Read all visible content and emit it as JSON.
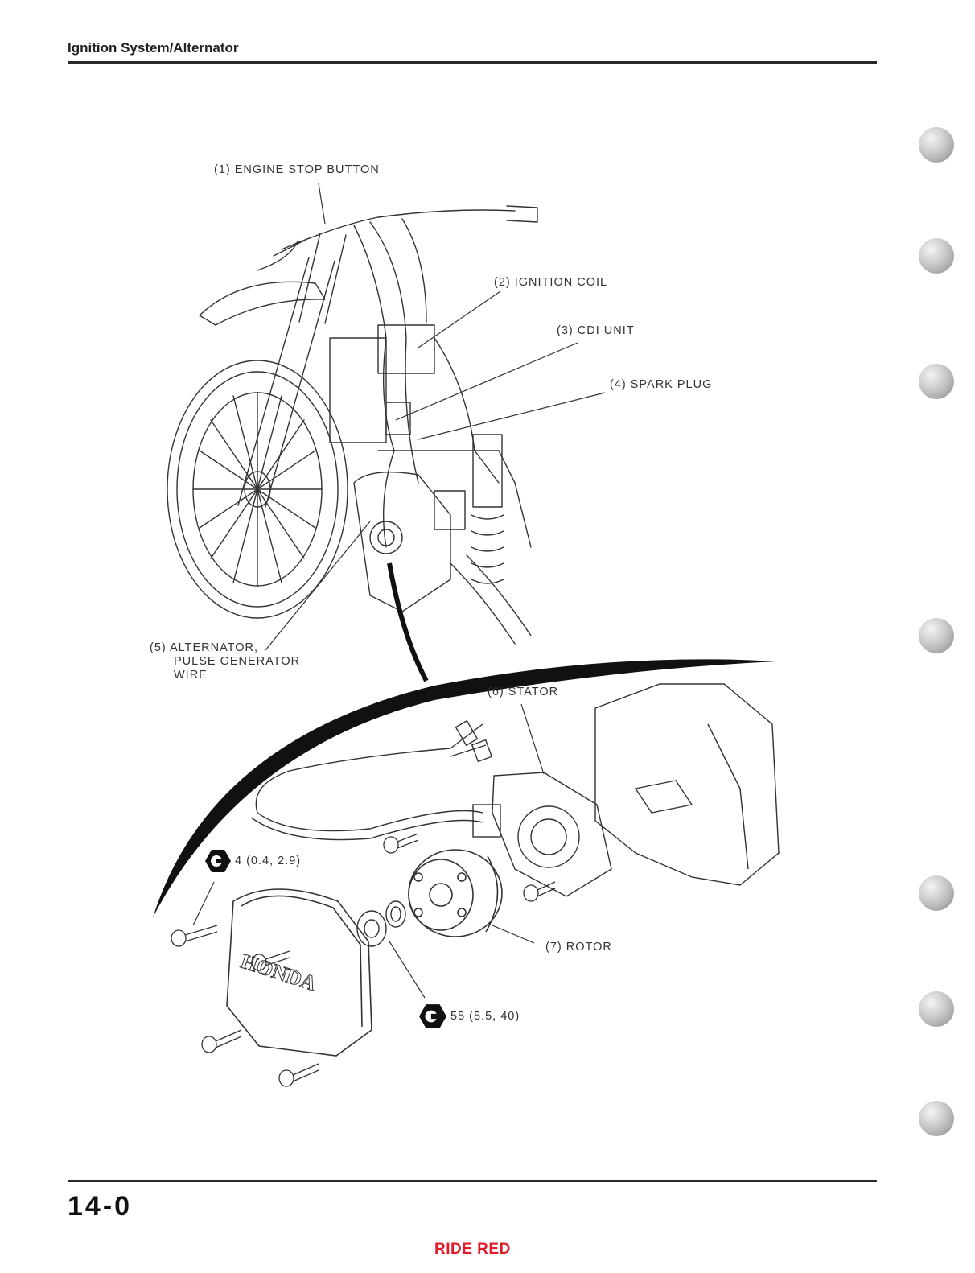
{
  "header": {
    "title": "Ignition System/Alternator"
  },
  "callouts": {
    "engine_stop_button": "(1) ENGINE STOP BUTTON",
    "ignition_coil": "(2) IGNITION COIL",
    "cdi_unit": "(3) CDI UNIT",
    "spark_plug": "(4) SPARK PLUG",
    "alternator_line1": "(5) ALTERNATOR,",
    "alternator_line2": "PULSE GENERATOR",
    "alternator_line3": "WIRE",
    "stator": "(6) STATOR",
    "rotor": "(7) ROTOR"
  },
  "torque": {
    "cover_bolt": "4 (0.4, 2.9)",
    "rotor_nut": "55 (5.5, 40)"
  },
  "cover_logo": "HONDA",
  "footer": {
    "page_number": "14-0",
    "brand": "RIDE RED"
  }
}
